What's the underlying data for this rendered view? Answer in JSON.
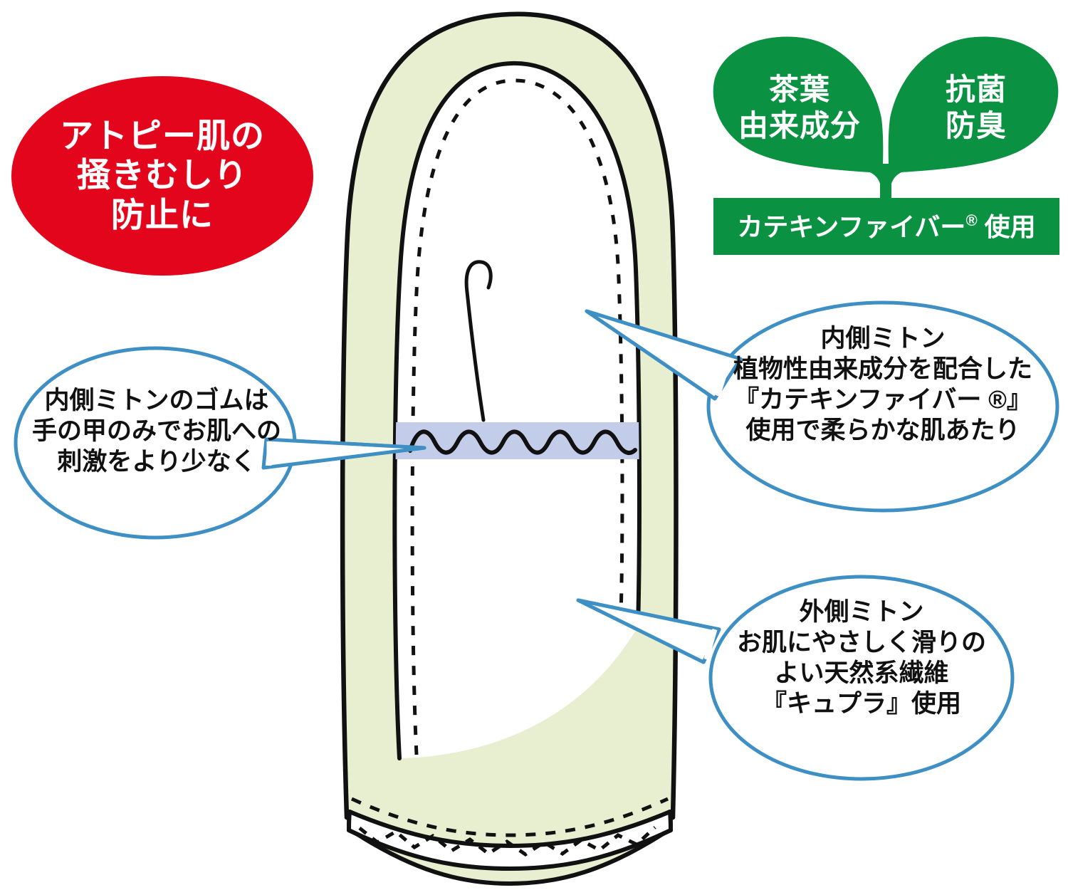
{
  "meta": {
    "title": "アトピー肌用ミトン 商品説明図",
    "background_color": "#ffffff"
  },
  "colors": {
    "red_badge": "#e3051c",
    "green_badge": "#0a9142",
    "callout_outline": "#3d8fc4",
    "mitten_outer_fill": "#e8eed0",
    "mitten_inner_fill": "#ffffff",
    "elastic_band": "#c3cce8",
    "line_black": "#111111",
    "text_white": "#ffffff",
    "text_black": "#111111"
  },
  "red_badge": {
    "name": "アトピー肌の掻きむしり防止に",
    "lines": [
      "アトピー肌の",
      "掻きむしり",
      "防止に"
    ]
  },
  "leaf_badges": [
    {
      "id": "left-leaf",
      "lines": [
        "茶葉",
        "由来成分"
      ]
    },
    {
      "id": "right-leaf",
      "lines": [
        "抗菌",
        "防臭"
      ]
    }
  ],
  "green_bar": {
    "text_before": "カテキンファイバー",
    "registered_mark": "®",
    "text_after": "使用",
    "full_text": "カテキンファイバー ® 使用"
  },
  "callouts": [
    {
      "id": "elastic-callout",
      "position": "left",
      "lines": [
        "内側ミトンのゴムは",
        "手の甲のみでお肌への",
        "刺激をより少なく"
      ],
      "points_to": "elastic-band"
    },
    {
      "id": "inner-mitten-callout",
      "position": "top-right",
      "lines": [
        "内側ミトン",
        "植物性由来成分を配合した",
        "『カテキンファイバー ®』",
        "使用で柔らかな肌あたり"
      ],
      "points_to": "inner-mitten"
    },
    {
      "id": "outer-mitten-callout",
      "position": "bottom-right",
      "lines": [
        "外側ミトン",
        "お肌にやさしく滑りの",
        "よい天然系繊維",
        "『キュプラ』使用"
      ],
      "points_to": "outer-mitten"
    }
  ],
  "illustration": {
    "name": "mitten-diagram",
    "parts": [
      {
        "id": "outer-mitten",
        "label": "外側ミトン",
        "fill": "#e8eed0"
      },
      {
        "id": "inner-mitten",
        "label": "内側ミトン",
        "fill": "#ffffff"
      },
      {
        "id": "elastic-band",
        "label": "ゴム",
        "fill": "#c3cce8"
      },
      {
        "id": "thumb-seam",
        "label": "親指縫い目"
      },
      {
        "id": "cuff-hem",
        "label": "裾ヘム"
      }
    ]
  }
}
